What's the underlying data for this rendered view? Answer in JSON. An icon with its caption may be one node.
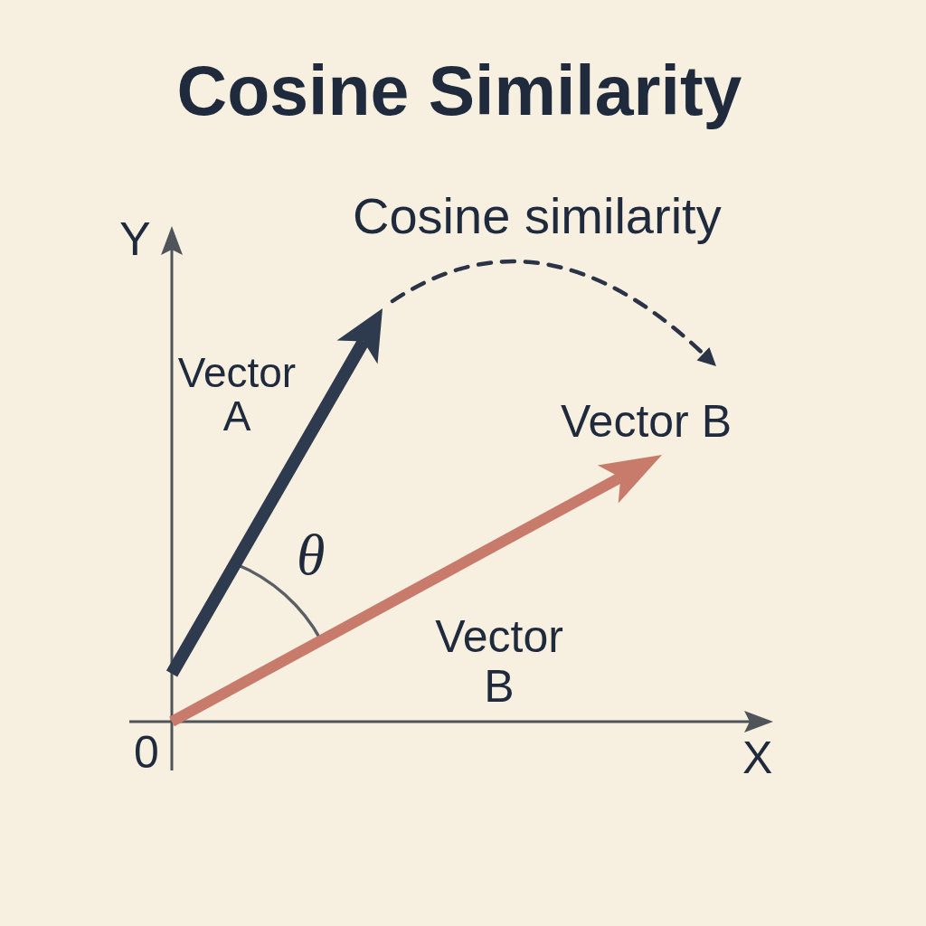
{
  "diagram": {
    "title": "Cosine Similarity",
    "labels": [
      "Cosine similarity",
      "Y",
      "Vector A",
      "Vector B",
      "θ",
      "Vector B",
      "0",
      "X"
    ]
  }
}
